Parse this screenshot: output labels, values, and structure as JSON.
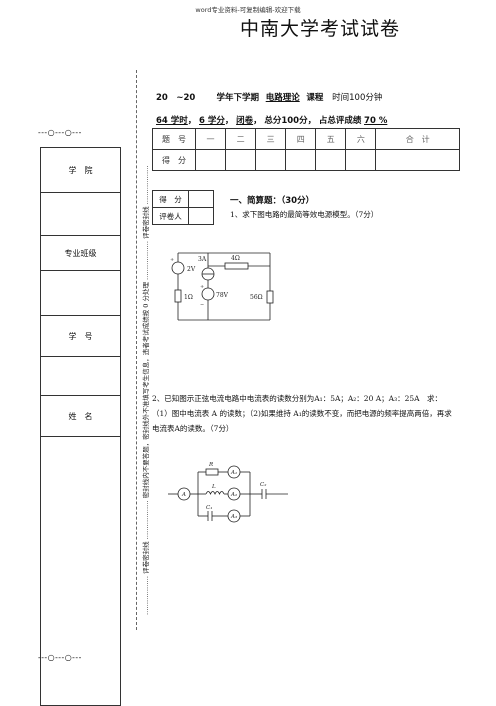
{
  "header_note": "word专业资料-可复制编辑-欢迎下载",
  "exam_title": "中南大学考试试卷",
  "left_margin": {
    "top_mark": "---○---○---",
    "bottom_mark": "---○---○---",
    "rotated_text": "……………… 评卷密封线 ……………… 密封线内不要答题，密封线外不准填写考生信息，违者考试成绩按 0 分处理 ……………… 评卷密封线 ………………",
    "fields": [
      "学　院",
      "专业班级",
      "学　号",
      "姓　名"
    ]
  },
  "meta_line1": {
    "year": "20　~20　",
    "term": "学年下学期",
    "course": "电路理论",
    "course_label": "课程",
    "time": "时间100分钟"
  },
  "meta_line2": {
    "hours": "64 学时",
    "credits": "6 学分",
    "mode": "闭卷",
    "total": "总分100分",
    "ratio_label": "占总评成绩",
    "ratio": "70 %"
  },
  "score_table": {
    "header": [
      "题　号",
      "一",
      "二",
      "三",
      "四",
      "五",
      "六",
      "合　计"
    ],
    "row_label": "得　分"
  },
  "grader_box": {
    "score": "得　分",
    "grader": "评卷人"
  },
  "section1": {
    "title": "一、简算题：（30分）",
    "q1": "1、求下图电路的最简等效电源模型。（7分）",
    "q2": "2、已知图示正弦电流电路中电流表的读数分别为A₁：5A；A₂：20 A；A₃：25A　求：（1）图中电流表 A 的读数；（2)如果维持 A₁的读数不变，而把电源的频率提高两倍，再求电流表A的读数。（7分）"
  },
  "circuit1_labels": {
    "v_source": "2V",
    "i_source": "3A",
    "r_top": "4Ω",
    "r_left": "1Ω",
    "v_mid": "78V",
    "r_right": "56Ω",
    "plus": "+",
    "minus": "−"
  },
  "circuit2_labels": {
    "r": "R",
    "l": "L",
    "c1": "C₁",
    "c2": "C₂",
    "a": "A",
    "a1": "A₁",
    "a2": "A₂",
    "a3": "A₃"
  }
}
